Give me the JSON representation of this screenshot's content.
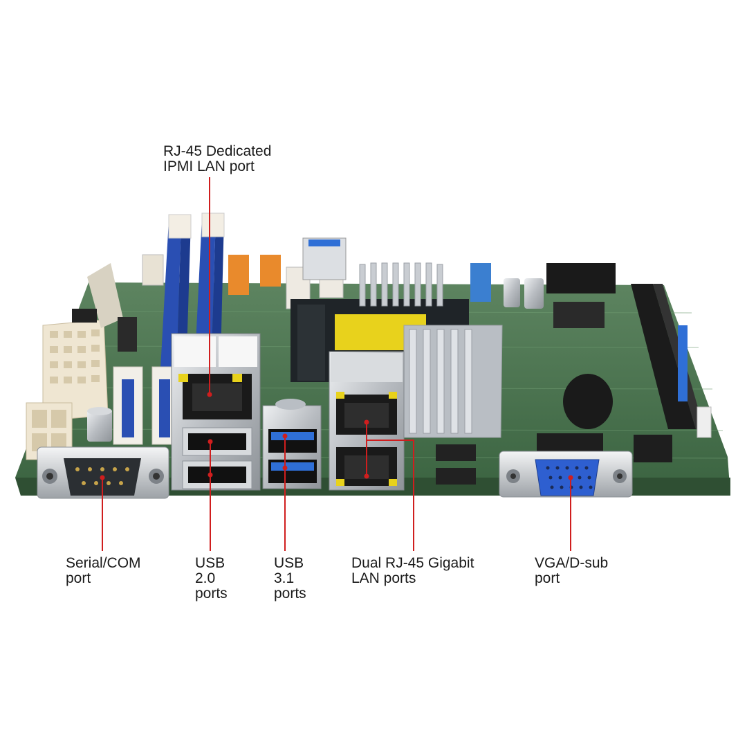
{
  "labels": {
    "ipmi": "RJ-45 Dedicated\nIPMI LAN port",
    "serial": "Serial/COM\nport",
    "usb2": "USB\n2.0\nports",
    "usb3": "USB\n3.1\nports",
    "lan": "Dual RJ-45 Gigabit\nLAN ports",
    "vga": "VGA/D-sub\nport"
  },
  "colors": {
    "background": "#ffffff",
    "pcb": "#3f6b45",
    "leader_line": "#d01e1e",
    "dimm_slot": "#2a4fb3",
    "usb3_tongue": "#2f6fd6",
    "vga_connector": "#2e5fd0",
    "heatsink": "#b9bec4",
    "cpu_label": "#e8d21c",
    "fan_header": "#e98a2c"
  },
  "icons": [
    "motherboard-photo",
    "serial-com-port-icon",
    "usb-port-icon",
    "rj45-port-icon",
    "vga-port-icon"
  ]
}
